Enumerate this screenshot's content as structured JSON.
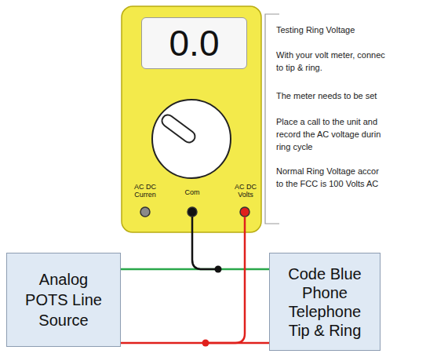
{
  "diagram": {
    "nodes": [
      {
        "text": [
          "AC DC Curren",
          "Com",
          "AC DC Volts"
        ]
      },
      {
        "text": [
          "0.0"
        ],
        "in": 0
      },
      {
        "text": [
          "Analog POTS Line Source"
        ]
      },
      {
        "text": [
          "Code Blue Phone Telephone Tip & Ring"
        ]
      }
    ],
    "edges": [
      {
        "from": 2,
        "to": 3,
        "arrow": "none"
      },
      {
        "from": 2,
        "to": 3,
        "arrow": "none"
      }
    ],
    "labels": [
      "Testing Ring Voltage",
      "With your volt meter, connec to tip & ring.",
      "The meter needs to be set",
      "Place a call to the unit and record the AC voltage durin ring cycle",
      "Normal Ring Voltage accor to the FCC is 100 Volts AC"
    ]
  }
}
